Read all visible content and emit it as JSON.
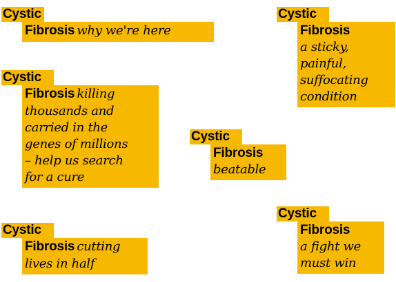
{
  "colors": {
    "brand_yellow": "#f7b800",
    "text": "#000000"
  },
  "logos": [
    {
      "line1": "Cystic",
      "line2": "Fibrosis",
      "tagline": [
        "why we're here"
      ]
    },
    {
      "line1": "Cystic",
      "line2": "Fibrosis",
      "tagline": [
        "a sticky,",
        "painful,",
        "suffocating",
        "condition"
      ]
    },
    {
      "line1": "Cystic",
      "line2": "Fibrosis",
      "tagline": [
        "killing",
        "thousands and",
        "carried in the",
        "genes of millions",
        "– help us search",
        "for a cure"
      ]
    },
    {
      "line1": "Cystic",
      "line2": "Fibrosis",
      "tagline": [
        "beatable"
      ]
    },
    {
      "line1": "Cystic",
      "line2": "Fibrosis",
      "tagline": [
        "cutting",
        "lives in half"
      ]
    },
    {
      "line1": "Cystic",
      "line2": "Fibrosis",
      "tagline": [
        "a fight we",
        "must win"
      ]
    }
  ]
}
